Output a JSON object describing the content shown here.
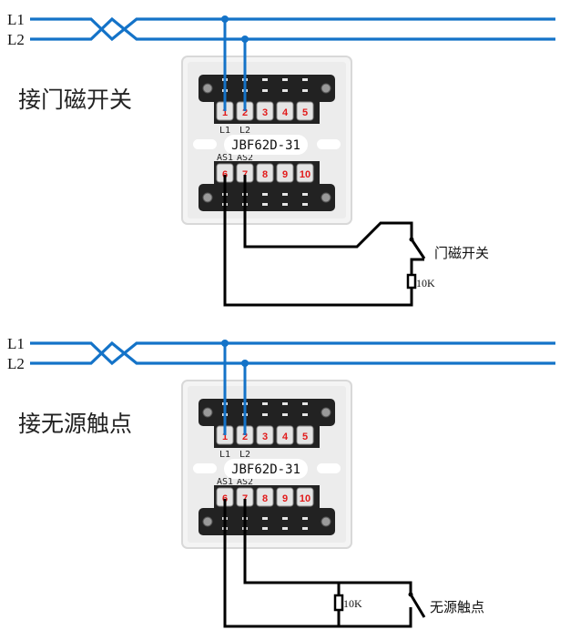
{
  "colors": {
    "bus_wire": "#1473c8",
    "signal_wire": "#000000",
    "terminal_number": "#e21b1b",
    "module_body": "#ececec",
    "terminal_block": "#222222"
  },
  "diagrams": [
    {
      "id": "door-magnetic",
      "title": "接门磁开关",
      "bus": {
        "l1_label": "L1",
        "l2_label": "L2"
      },
      "module": {
        "model": "JBF62D-31",
        "top_terminals": [
          "1",
          "2",
          "3",
          "4",
          "5"
        ],
        "top_labels": [
          "L1",
          "L2"
        ],
        "bottom_terminals": [
          "6",
          "7",
          "8",
          "9",
          "10"
        ],
        "bottom_labels": [
          "AS1",
          "AS2"
        ]
      },
      "switch_label": "门磁开关",
      "resistor_label": "10K",
      "wiring": "series"
    },
    {
      "id": "dry-contact",
      "title": "接无源触点",
      "bus": {
        "l1_label": "L1",
        "l2_label": "L2"
      },
      "module": {
        "model": "JBF62D-31",
        "top_terminals": [
          "1",
          "2",
          "3",
          "4",
          "5"
        ],
        "top_labels": [
          "L1",
          "L2"
        ],
        "bottom_terminals": [
          "6",
          "7",
          "8",
          "9",
          "10"
        ],
        "bottom_labels": [
          "AS1",
          "AS2"
        ]
      },
      "switch_label": "无源触点",
      "resistor_label": "10K",
      "wiring": "parallel"
    }
  ]
}
